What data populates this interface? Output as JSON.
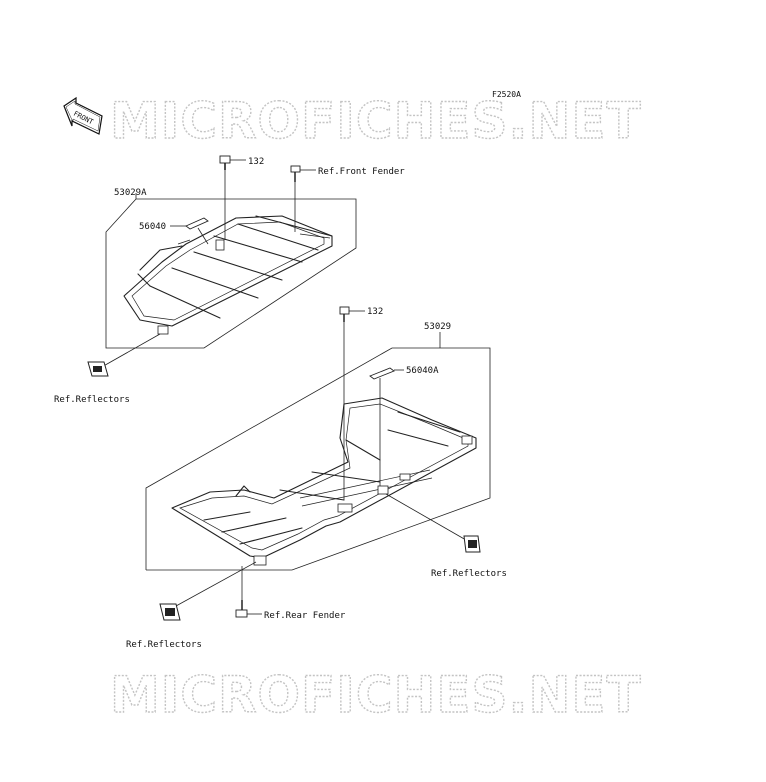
{
  "diagram_code": "F2520A",
  "front_badge": "FRONT",
  "watermark": "MICROFICHES.NET",
  "callouts": {
    "bolt_top": "132",
    "ref_front_fender": "Ref.Front Fender",
    "front_carrier": "53029A",
    "front_label": "56040",
    "ref_reflectors_front": "Ref.Reflectors",
    "bolt_rear": "132",
    "rear_carrier": "53029",
    "rear_label": "56040A",
    "ref_reflectors_right": "Ref.Reflectors",
    "ref_rear_fender": "Ref.Rear Fender",
    "ref_reflectors_bottom": "Ref.Reflectors"
  }
}
